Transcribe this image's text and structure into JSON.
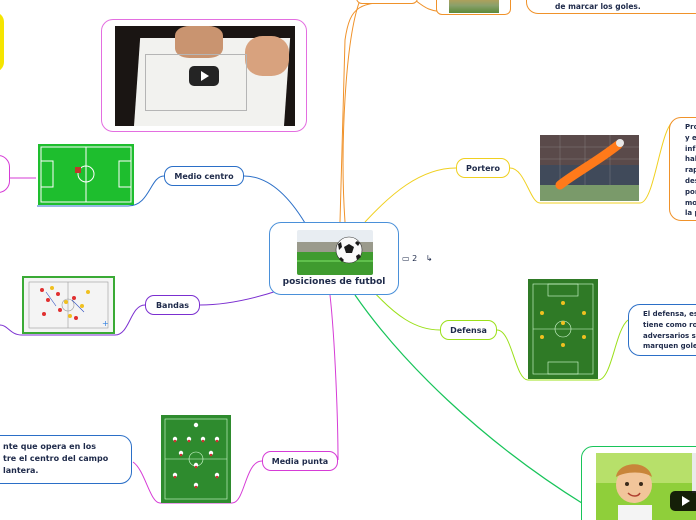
{
  "map": {
    "central_title": "posiciones de futbol",
    "comment_count": "2",
    "nodes": {
      "medio_centro": "Medio centro",
      "bandas": "Bandas",
      "media_punta": "Media punta",
      "portero": "Portero",
      "defensa": "Defensa"
    },
    "notes": {
      "top_right_line": "de marcar los goles.",
      "portero_lines": [
        "Pro",
        "y e",
        "inf",
        "hal",
        "rap",
        "des",
        "por",
        "mo",
        "la p"
      ],
      "defensa_lines": [
        "El defensa, es",
        "tiene como ro",
        "adversarios se",
        "marquen gole"
      ],
      "media_punta_lines": [
        "nte que opera en los",
        "tre el centro del campo",
        "lantera."
      ]
    }
  },
  "colors": {
    "medio_centro": "#2b6fc7",
    "bandas": "#7b2fd0",
    "media_punta": "#d63bd6",
    "portero": "#f0d020",
    "defensa": "#9be01a",
    "bottom_right": "#18c45a",
    "top": "#f0922a",
    "video_top": "#e36ee0",
    "central_border": "#4a90d9"
  },
  "icons": [
    "play-icon",
    "comment-icon",
    "link-icon",
    "soccer-ball-icon"
  ]
}
